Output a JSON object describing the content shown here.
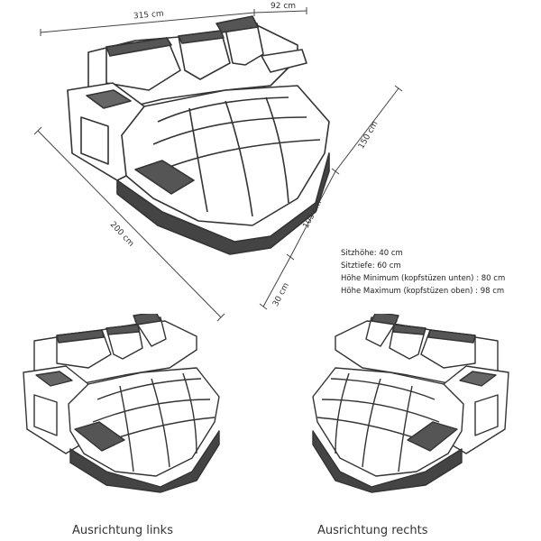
{
  "dimensions": {
    "width_total": "315 cm",
    "width_short": "92 cm",
    "depth_left": "200 cm",
    "depth_right_top": "150 cm",
    "depth_right_mid": "105 cm",
    "depth_right_low": "30 cm"
  },
  "specs": [
    "Sitzhöhe: 40 cm",
    "Sitztiefe: 60 cm",
    "Höhe Minimum (kopfstüzen unten) : 80 cm",
    "Höhe Maximum (kopfstüzen oben) : 98 cm"
  ],
  "captions": {
    "left": "Ausrichtung links",
    "right": "Ausrichtung rechts"
  },
  "colors": {
    "outline": "#333333",
    "accent_dark": "#555555",
    "background": "#ffffff"
  }
}
